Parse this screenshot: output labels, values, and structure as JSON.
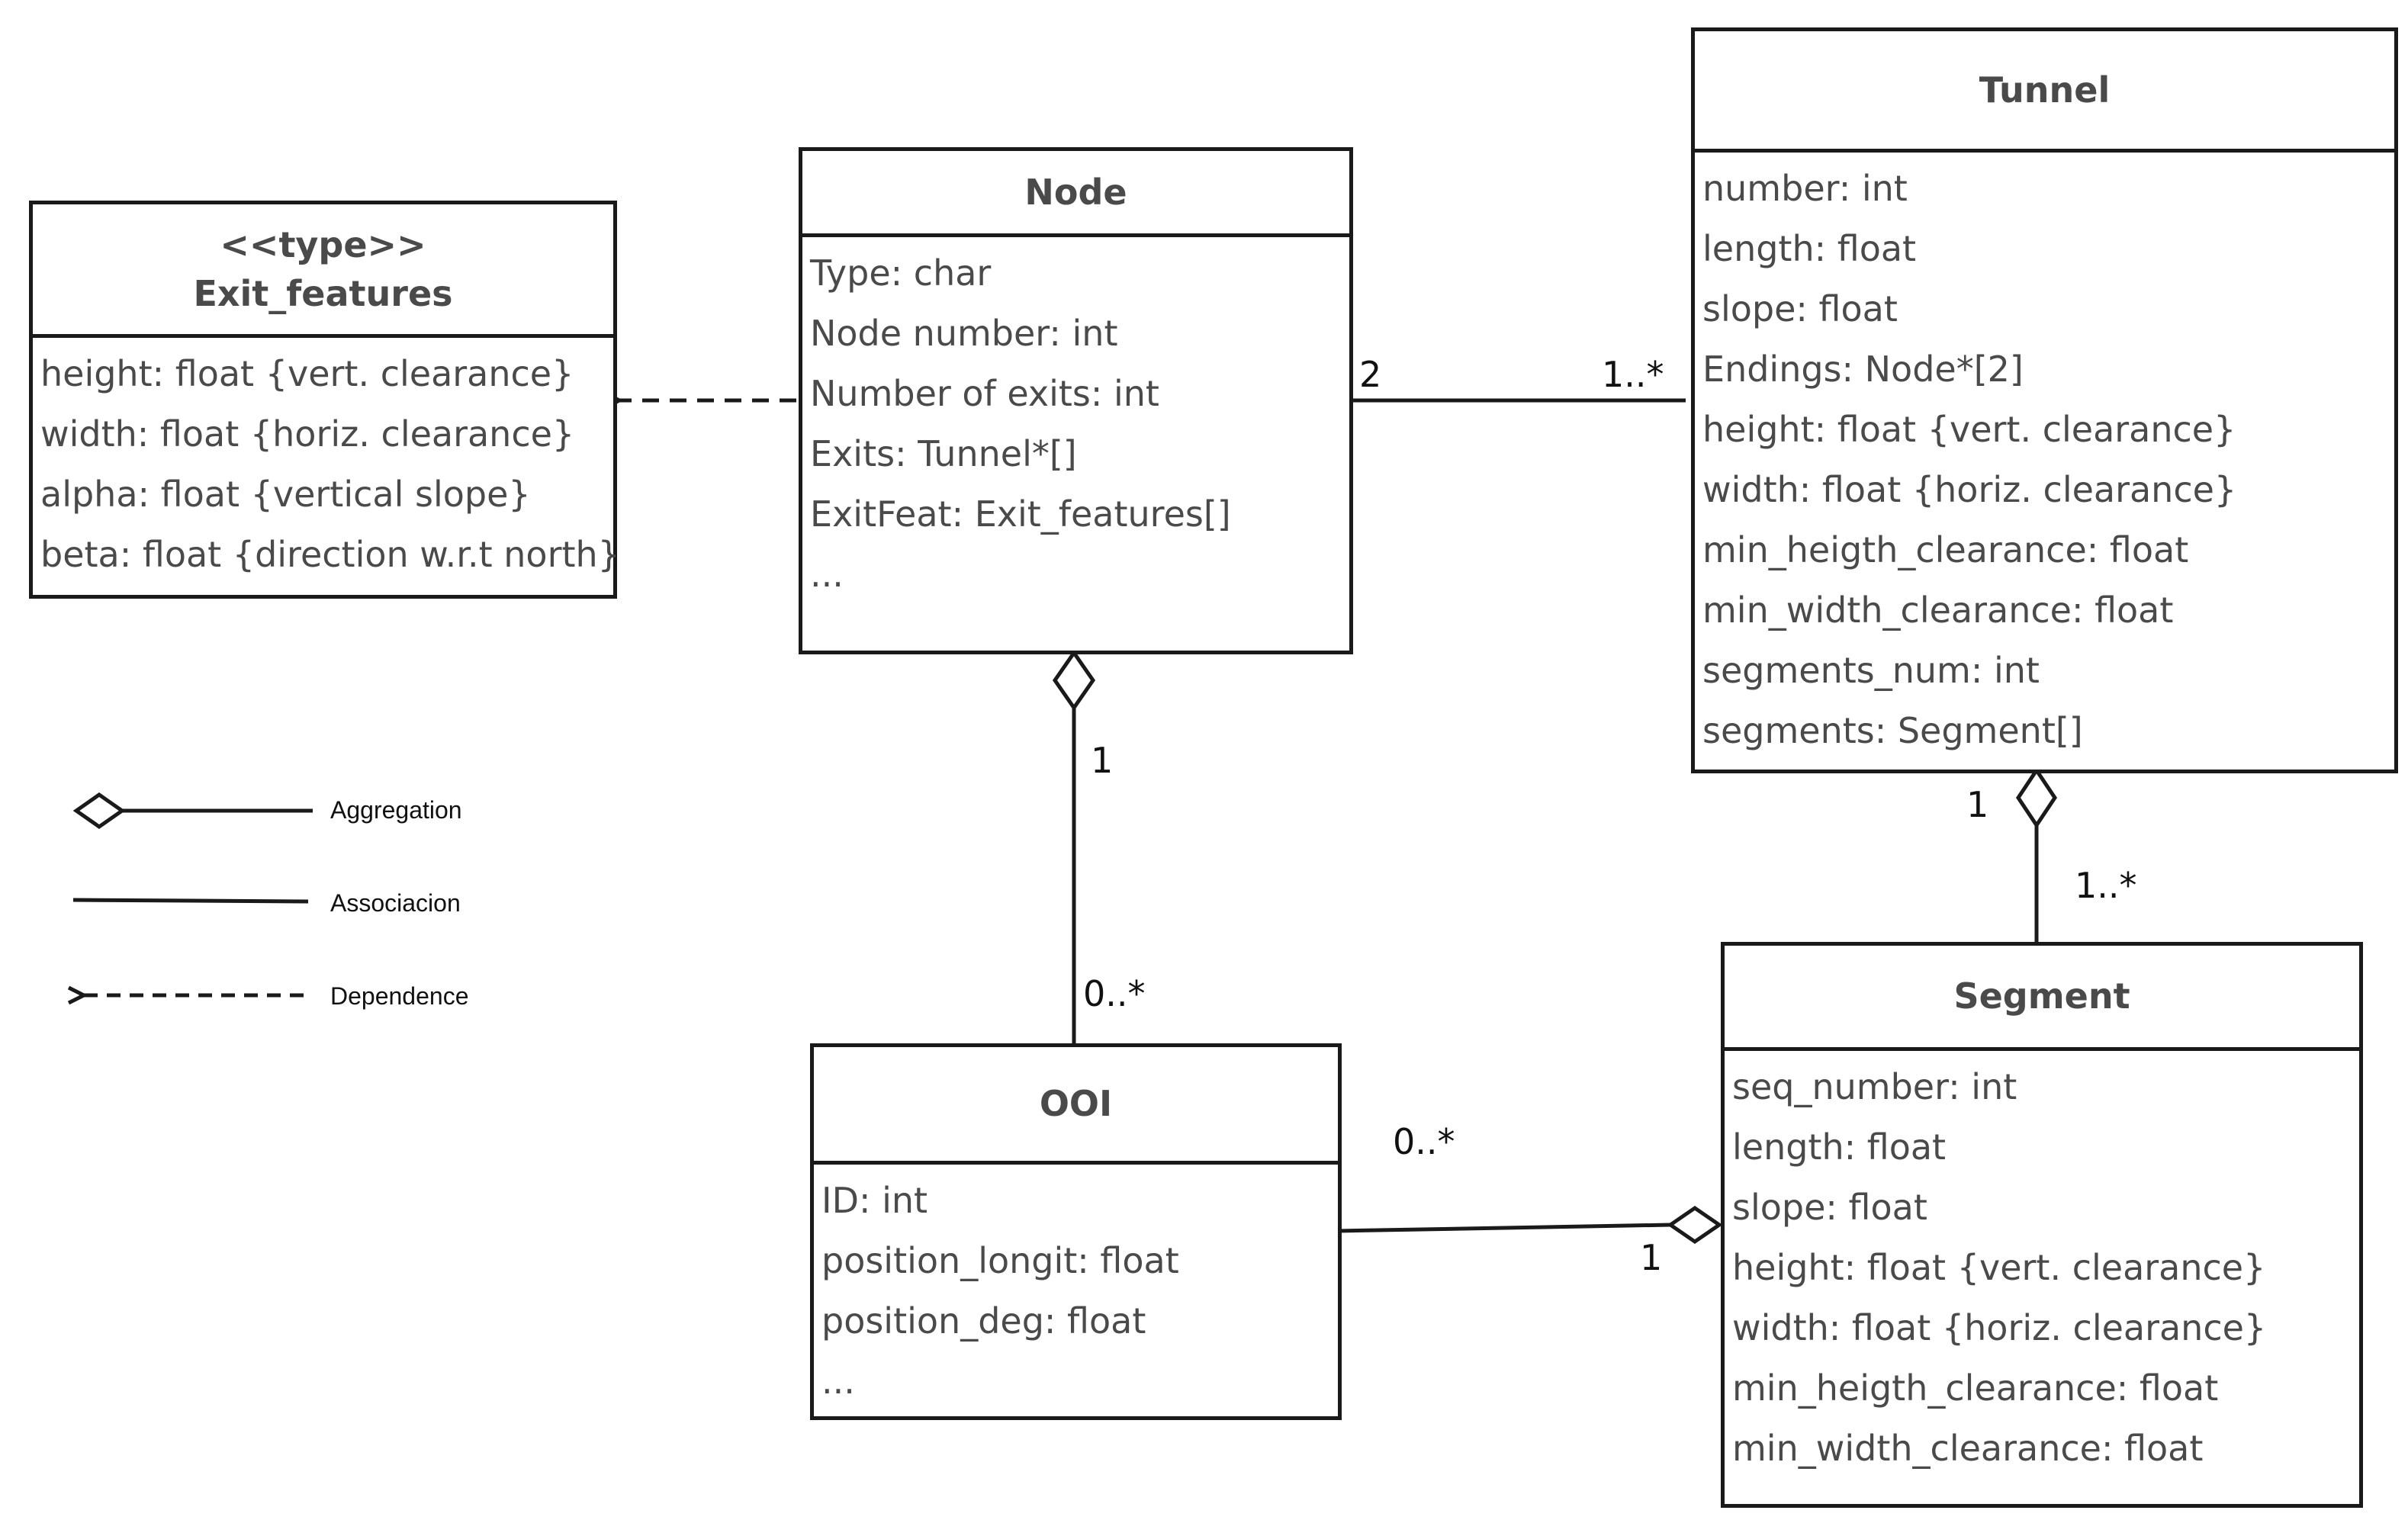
{
  "classes": {
    "exit_features": {
      "stereotype": "<<type>>",
      "name": "Exit_features",
      "attributes": [
        "height: float  {vert. clearance}",
        "width: float  {horiz. clearance}",
        "alpha: float {vertical slope}",
        "beta: float {direction w.r.t north}"
      ]
    },
    "node": {
      "name": "Node",
      "attributes": [
        "Type: char",
        "Node number: int",
        "Number of exits: int",
        "Exits: Tunnel*[]",
        "ExitFeat: Exit_features[]",
        "..."
      ]
    },
    "tunnel": {
      "name": "Tunnel",
      "attributes": [
        "number: int",
        "length: float",
        "slope: float",
        "Endings: Node*[2]",
        "height: float  {vert. clearance}",
        "width: float  {horiz. clearance}",
        "min_heigth_clearance: float",
        "min_width_clearance: float",
        "segments_num: int",
        "segments: Segment[]"
      ]
    },
    "ooi": {
      "name": "OOI",
      "attributes": [
        "ID: int",
        "position_longit: float",
        "position_deg: float",
        "..."
      ]
    },
    "segment": {
      "name": "Segment",
      "attributes": [
        "seq_number: int",
        "length: float",
        "slope: float",
        "height: float  {vert. clearance}",
        "width: float  {horiz. clearance}",
        "min_heigth_clearance: float",
        "min_width_clearance: float"
      ]
    }
  },
  "relations": {
    "node_tunnel": {
      "type": "association",
      "node_end": "2",
      "tunnel_end": "1..*"
    },
    "node_ooi": {
      "type": "aggregation",
      "node_end": "1",
      "ooi_end": "0..*"
    },
    "tunnel_segment": {
      "type": "aggregation",
      "tunnel_end": "1",
      "segment_end": "1..*"
    },
    "ooi_segment": {
      "type": "aggregation",
      "ooi_end": "0..*",
      "segment_end": "1"
    },
    "node_exit_features": {
      "type": "dependence"
    }
  },
  "legend": {
    "aggregation": "Aggregation",
    "association": "Associacion",
    "dependence": "Dependence"
  },
  "colors": {
    "line": "#1a1a1a",
    "text": "#4a4a4a"
  }
}
